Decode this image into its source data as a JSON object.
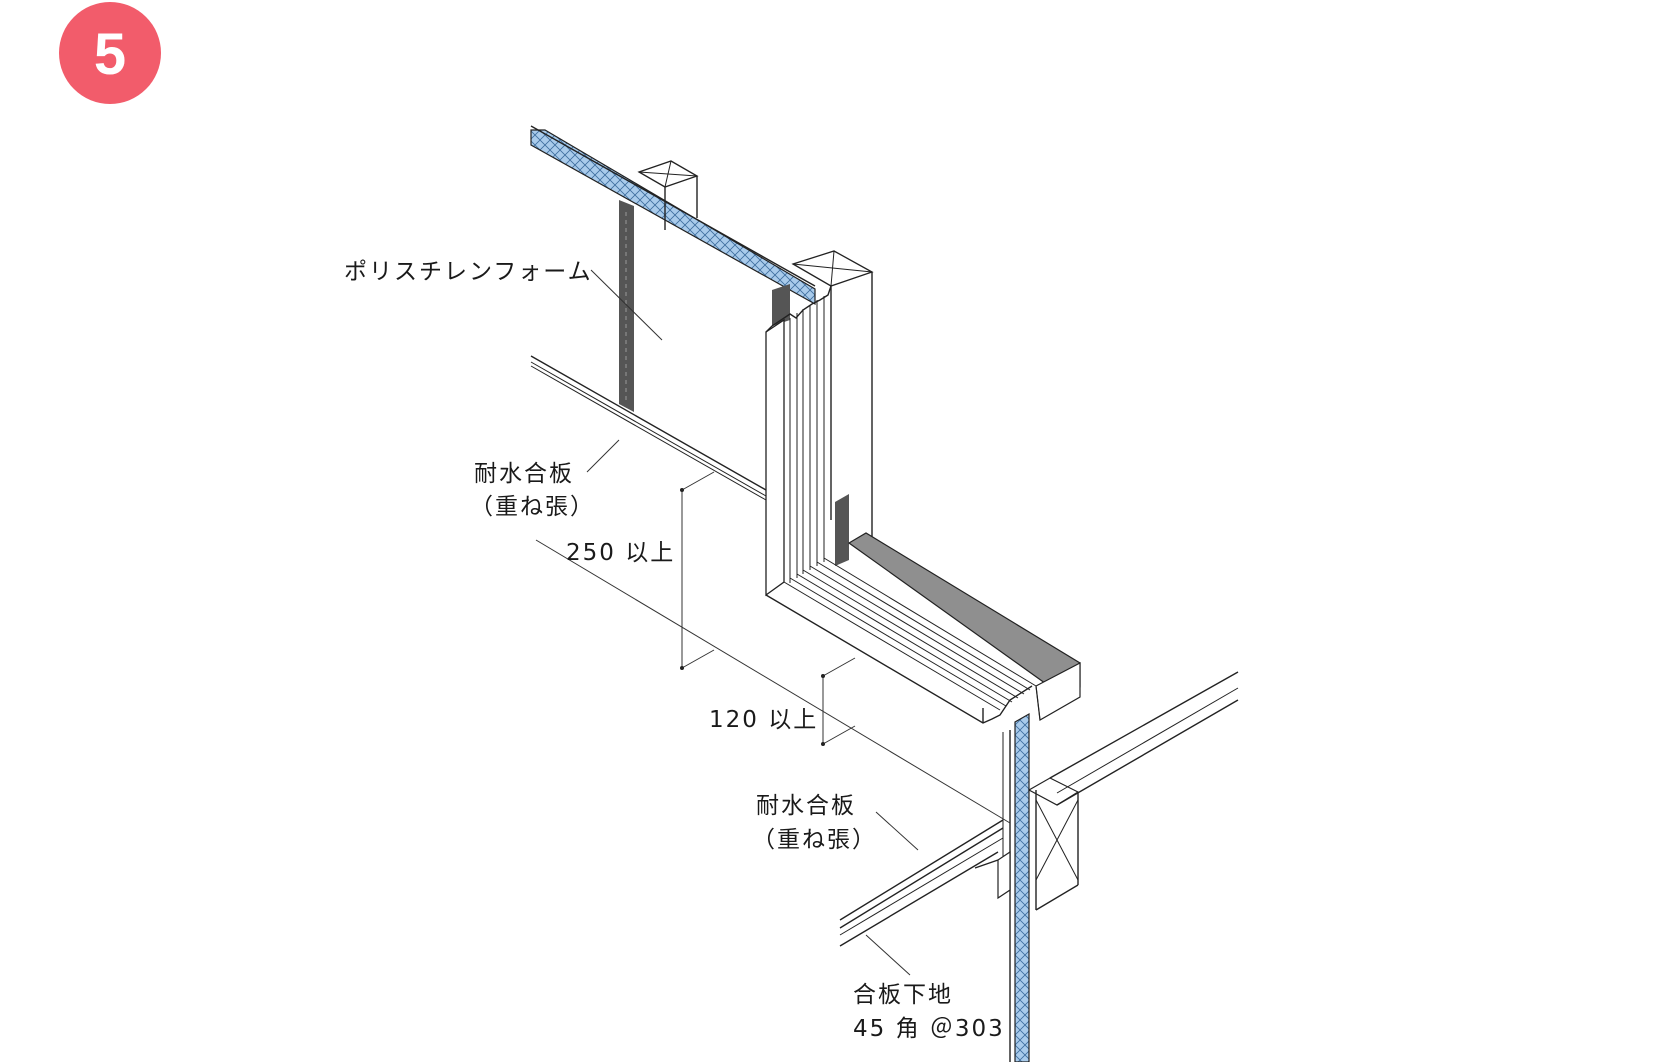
{
  "step": {
    "number": "5",
    "badge_color": "#F25C6B"
  },
  "colors": {
    "foam": "#A9CBEB",
    "membrane": "#555555",
    "sill": "#8F8F8F",
    "lines": "#222222"
  },
  "labels": {
    "polystyrene": "ポリスチレンフォーム",
    "plywood_upper_1": "耐水合板",
    "plywood_upper_2": "（重ね張）",
    "dim_250": "250 以上",
    "dim_120": "120 以上",
    "plywood_lower_1": "耐水合板",
    "plywood_lower_2": "（重ね張）",
    "base_1": "合板下地",
    "base_2": "45 角 ＠303"
  }
}
